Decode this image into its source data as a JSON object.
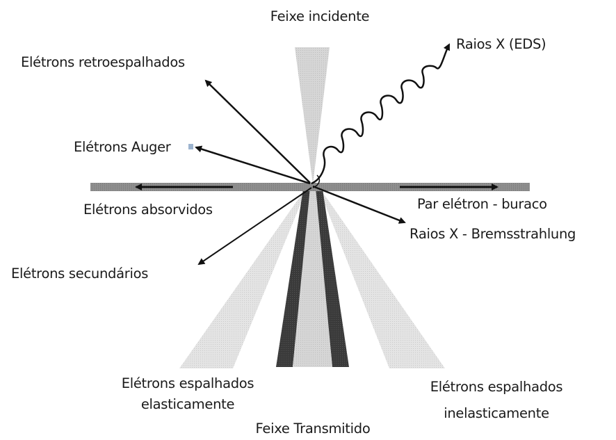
{
  "labels": {
    "incident_beam": "Feixe incidente",
    "backscattered": "Elétrons retroespalhados",
    "xray_eds": "Raios X (EDS)",
    "auger": "Elétrons Auger",
    "absorbed": "Elétrons absorvidos",
    "electron_hole": "Par elétron - buraco",
    "bremsstrahlung": "Raios X - Bremsstrahlung",
    "secondary": "Elétrons secundários",
    "elastic_line1": "Elétrons espalhados",
    "elastic_line2": "elasticamente",
    "inelastic_line1": "Elétrons espalhados",
    "inelastic_line2": "inelasticamente",
    "transmitted": "Feixe Transmitido"
  },
  "colors": {
    "beam_light": "#cfcfcf",
    "beam_dark": "#3a3a3a",
    "sample": "#8a8a8a",
    "arrow": "#111111"
  }
}
